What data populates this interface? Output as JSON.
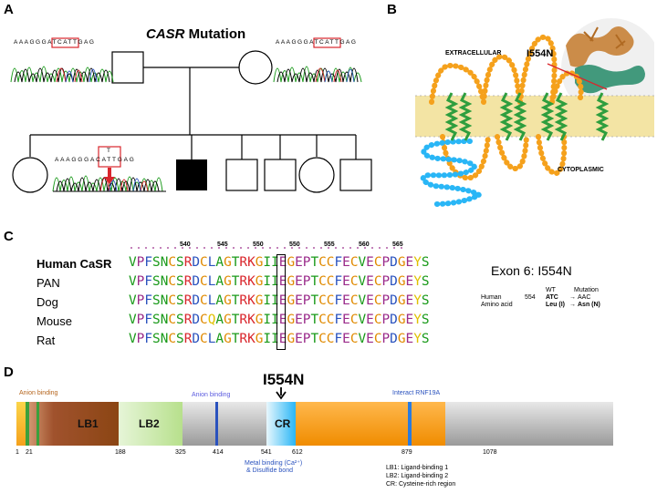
{
  "panelA": {
    "letter": "A",
    "title_italic": "CASR",
    "title_rest": " Mutation",
    "seq_left": "AAAGGGATCATTGAG",
    "seq_right": "AAAGGGATCATTGAG",
    "seq_child": "AAAGGGACATTGAG",
    "seq_child_het": "T"
  },
  "panelB": {
    "letter": "B",
    "extracellular": "EXTRACELLULAR",
    "cytoplasmic": "CYTOPLASMIC",
    "mutation": "I554N"
  },
  "panelC": {
    "letter": "C",
    "ticks": [
      "540",
      "545",
      "550",
      "550",
      "555",
      "560",
      "565"
    ],
    "species": [
      "Human CaSR",
      "PAN",
      "Dog",
      "Mouse",
      "Rat"
    ],
    "sequences": [
      "VPFSNCSRDCLAGTRKGIIEGEPTCCFECVECPDGEYS",
      "VPFSNCSRDCLAGTRKGIIEGEPTCCFECVECPDGEYS",
      "VPFSNCSRDCLAGTRKGIIEGEPTCCFECVECPDGEYS",
      "VPFSNCSRDCQAGTRKGIIEGEPTCCFECVECPDGEYS",
      "VPFSNCSRDCLAGTRKGIIEGEPTCCFECVECPDGEYS"
    ],
    "exon_title": "Exon 6: I554N",
    "wt_header": "WT",
    "mutation_header": "Mutation",
    "human_label": "Human",
    "position": "554",
    "wt_codon": "ATC",
    "mut_codon": "AAC",
    "amino_label": "Amino acid",
    "wt_aa": "Leu (I)",
    "mut_aa": "Asn (N)",
    "arrow": "→"
  },
  "panelD": {
    "letter": "D",
    "mutation": "I554N",
    "anion_binding_1": "Anion binding",
    "anion_binding_2": "Anion binding",
    "interact": "Interact RNF19A",
    "lb1": "LB1",
    "lb2": "LB2",
    "cr": "CR",
    "positions": [
      "1",
      "21",
      "188",
      "325",
      "414",
      "541",
      "612",
      "879",
      "1078"
    ],
    "metal_binding_1": "Metal binding (Ca²⁺)",
    "metal_binding_2": "& Disulfide bond",
    "legend": [
      "LB1: Ligand-binding 1",
      "LB2: Ligand-binding 2",
      "CR: Cysteine-rich region"
    ]
  },
  "colors": {
    "orange": "#f5a11c",
    "brown": "#a0522d",
    "green_light": "#c7e8a8",
    "blue_cr": "#7fd3f3",
    "gray": "#b8b8b8",
    "red": "#d9262c",
    "membrane": "#f3e4a4"
  }
}
